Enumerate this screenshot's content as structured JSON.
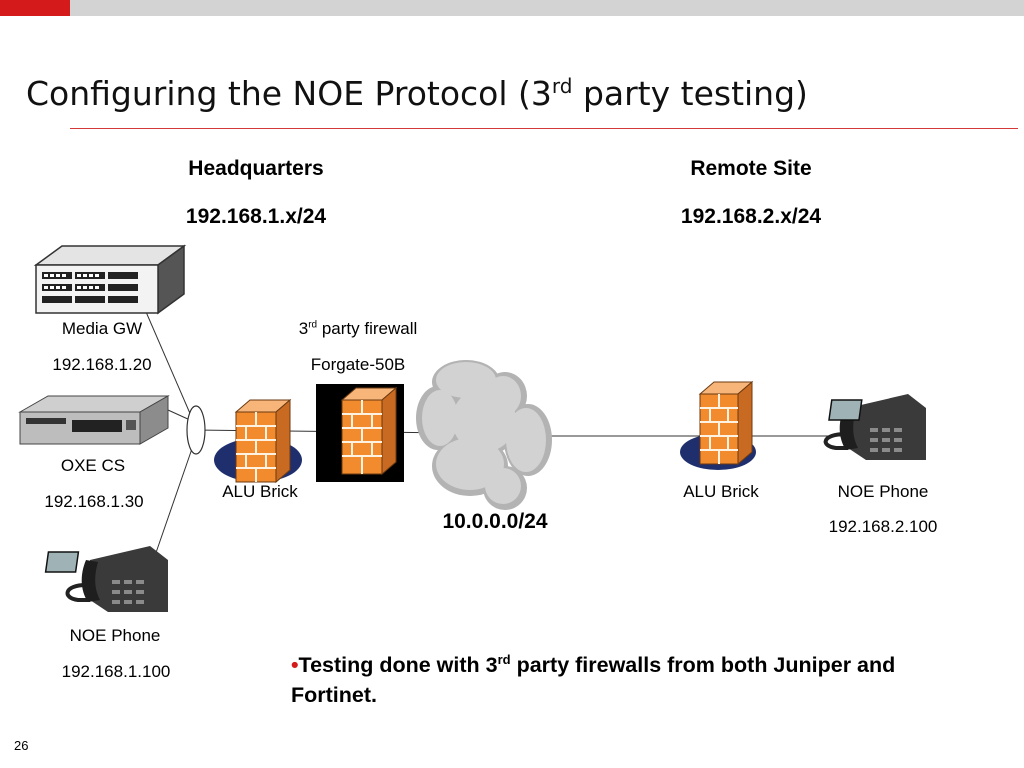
{
  "slide": {
    "title": "Configuring the NOE Protocol (3",
    "title_sup": "rd",
    "title_rest": " party testing)",
    "number": "26"
  },
  "sites": {
    "headquarters": {
      "name": "Headquarters",
      "subnet": "192.168.1.x/24"
    },
    "remote": {
      "name": "Remote Site",
      "subnet": "192.168.2.x/24"
    }
  },
  "devices": {
    "media_gw": {
      "name": "Media GW",
      "ip": "192.168.1.20"
    },
    "oxe_cs": {
      "name": "OXE CS",
      "ip": "192.168.1.30"
    },
    "hq_phone": {
      "name": "NOE Phone",
      "ip": "192.168.1.100"
    },
    "hq_brick": {
      "name": "ALU Brick"
    },
    "third_party_fw": {
      "name_pre": "3",
      "name_sup": "rd",
      "name_post": " party firewall",
      "model": "Forgate-50B"
    },
    "wan": {
      "subnet": "10.0.0.0/24"
    },
    "remote_brick": {
      "name": "ALU Brick"
    },
    "remote_phone": {
      "name": "NOE Phone",
      "ip": "192.168.2.100"
    }
  },
  "note": {
    "bullet": "•",
    "text_pre": "Testing done with 3",
    "text_sup": "rd",
    "text_post": " party firewalls from both Juniper and Fortinet."
  },
  "colors": {
    "accent_red": "#d41a1a",
    "topbar_gray": "#d3d3d3",
    "firewall_orange": "#f28a2e",
    "cloud_gray": "#c9c9c9"
  },
  "icons": [
    "media-gateway-icon",
    "server-icon",
    "desk-phone-icon",
    "firewall-icon",
    "cloud-icon",
    "hub-icon"
  ]
}
